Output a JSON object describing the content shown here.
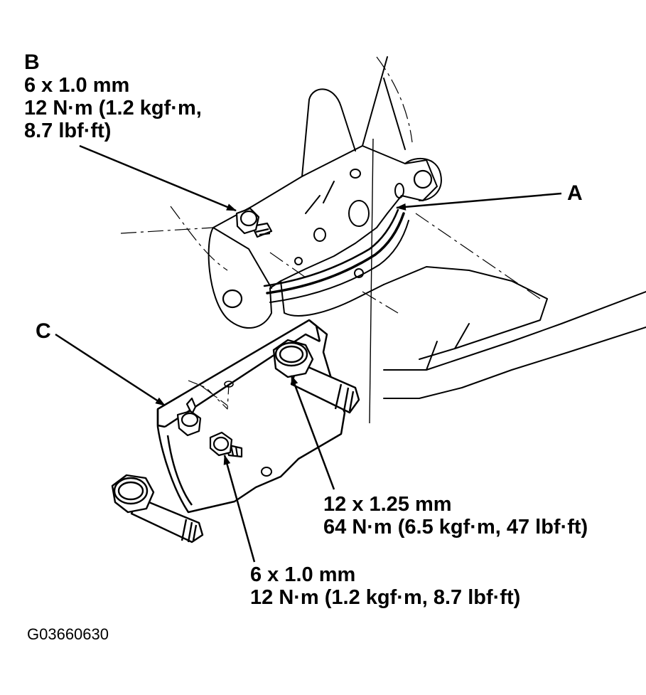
{
  "figure_id": "G03660630",
  "callouts": {
    "a": "A",
    "b": "B",
    "c": "C"
  },
  "bolt_b": {
    "size": "6 x 1.0 mm",
    "torque_line1": "12 N·m (1.2 kgf·m,",
    "torque_line2": "8.7 lbf·ft)"
  },
  "bolt_large": {
    "size": "12 x 1.25 mm",
    "torque": "64 N·m (6.5 kgf·m, 47 lbf·ft)"
  },
  "bolt_small": {
    "size": "6 x 1.0 mm",
    "torque": "12 N·m (1.2 kgf·m, 8.7 lbf·ft)"
  }
}
